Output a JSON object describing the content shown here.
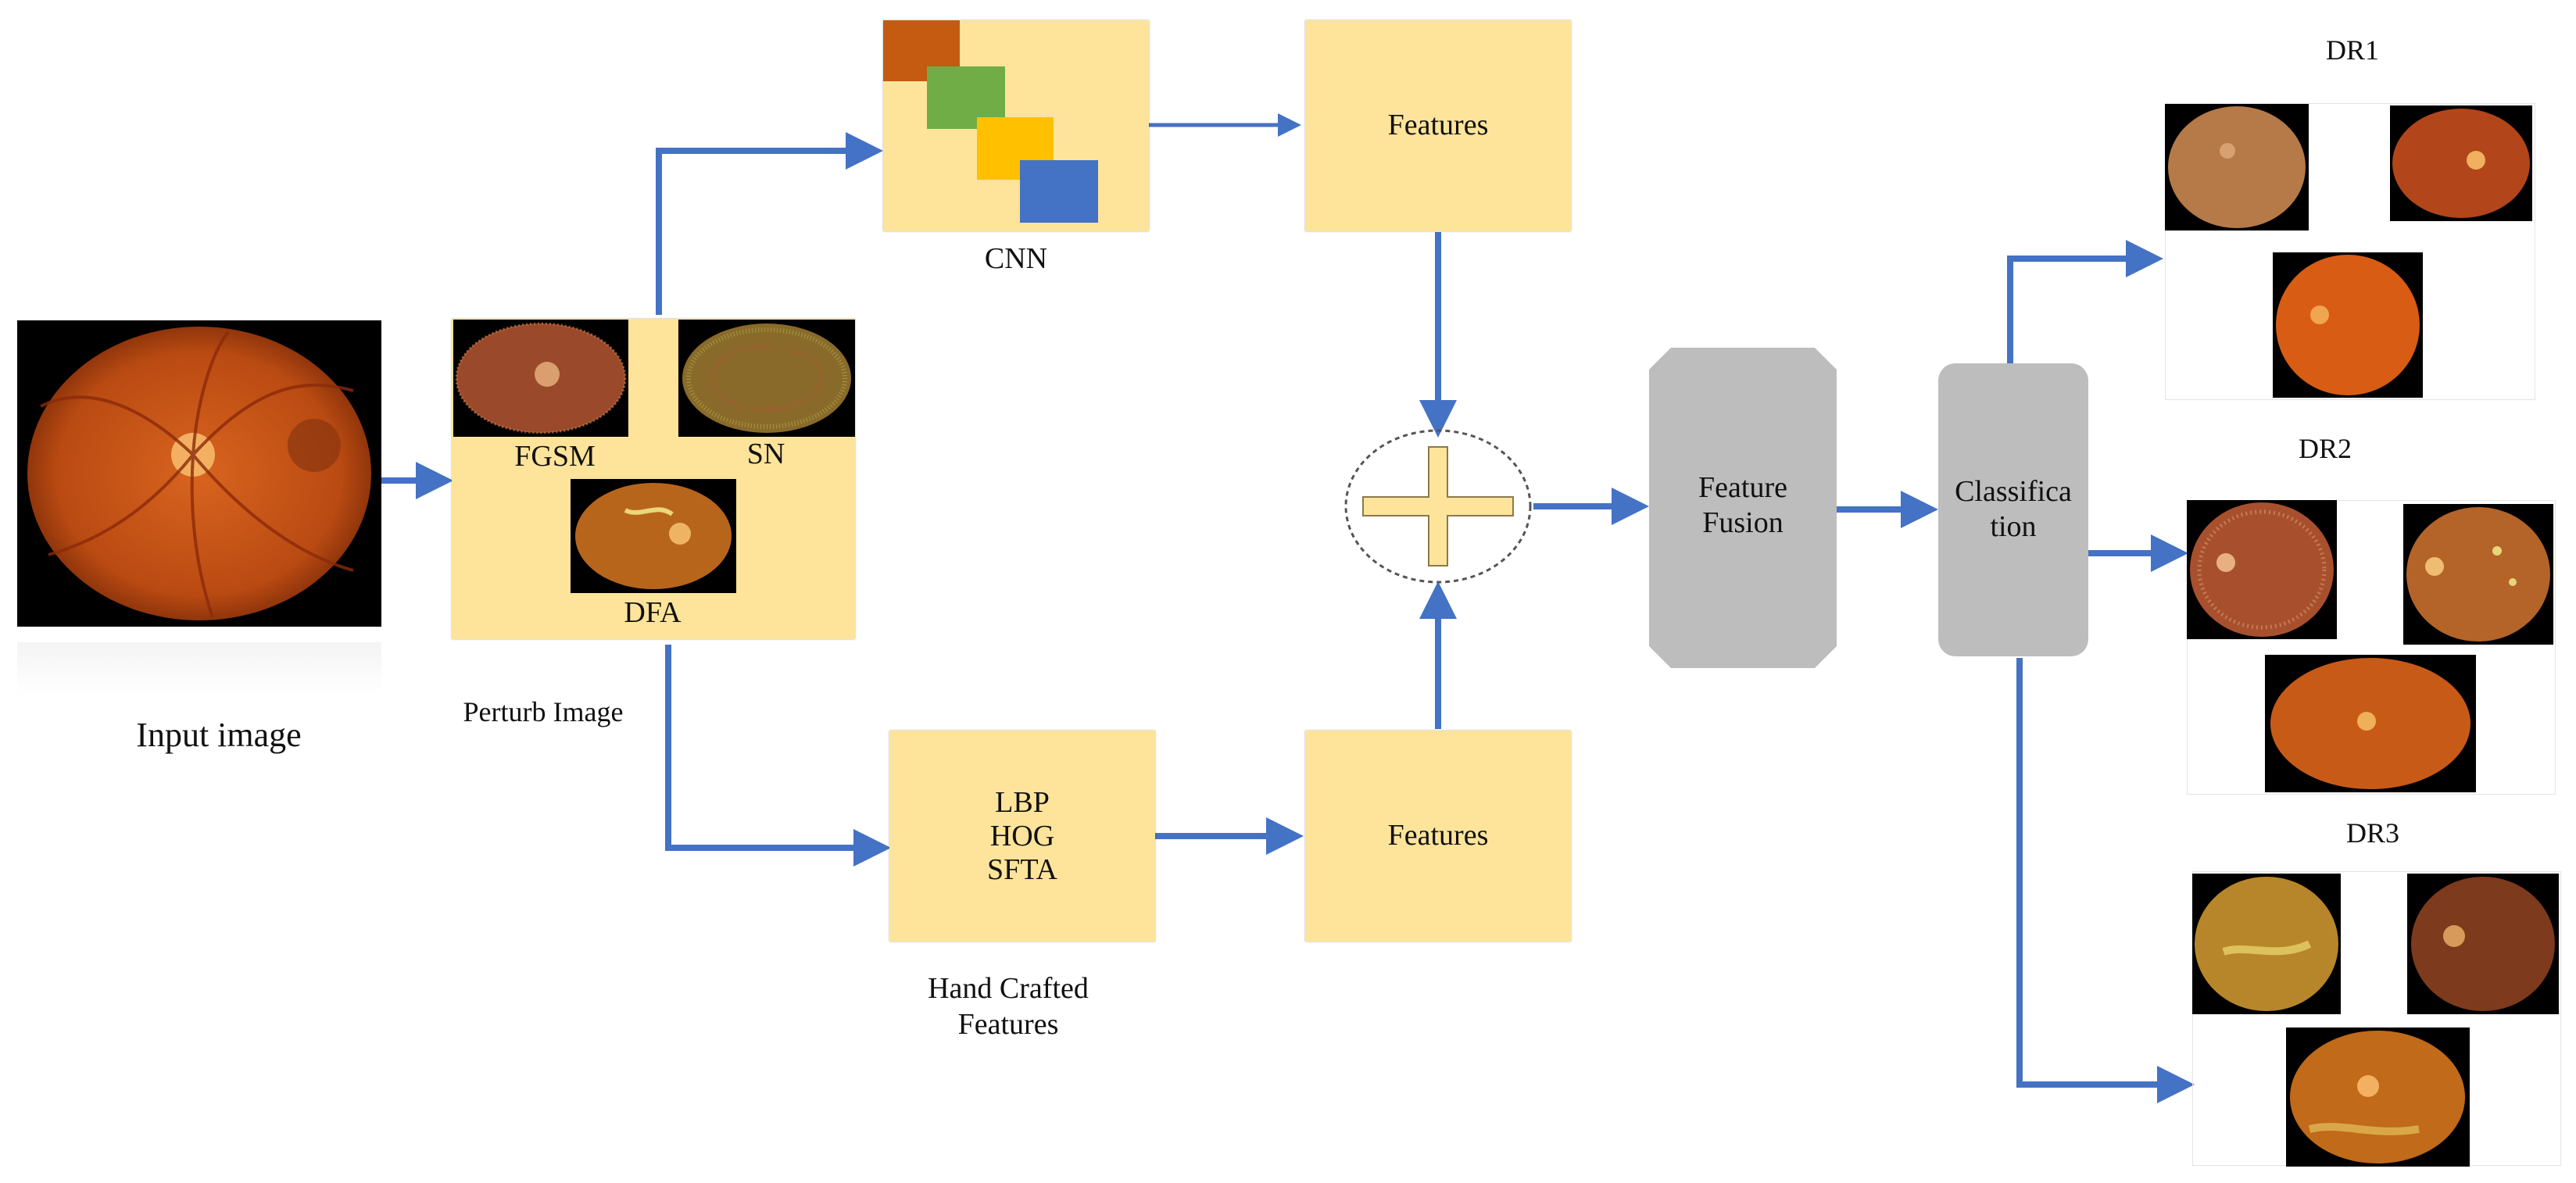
{
  "labels": {
    "input_image": "Input image",
    "perturb_image": "Perturb Image",
    "fgsm": "FGSM",
    "sn": "SN",
    "dfa": "DFA",
    "cnn": "CNN",
    "features_top": "Features",
    "features_bottom": "Features",
    "handcrafted_line1": "LBP",
    "handcrafted_line2": "HOG",
    "handcrafted_line3": "SFTA",
    "handcrafted_caption_line1": "Hand Crafted",
    "handcrafted_caption_line2": "Features",
    "fusion_line1": "Feature",
    "fusion_line2": "Fusion",
    "classification_line1": "Classifica",
    "classification_line2": "tion",
    "dr1": "DR1",
    "dr2": "DR2",
    "dr3": "DR3"
  },
  "colors": {
    "arrow": "#4472c4",
    "box_fill": "#fde49a",
    "gray_block": "#bdbdbd",
    "cnn_layer_1": "#c55a11",
    "cnn_layer_2": "#70ad47",
    "cnn_layer_3": "#ffc000",
    "cnn_layer_4": "#4472c4",
    "fundus_orange": "#c8541c"
  },
  "icons": {
    "plus_symbol": "plus-icon",
    "retina_photo": "retina-fundus-image"
  }
}
